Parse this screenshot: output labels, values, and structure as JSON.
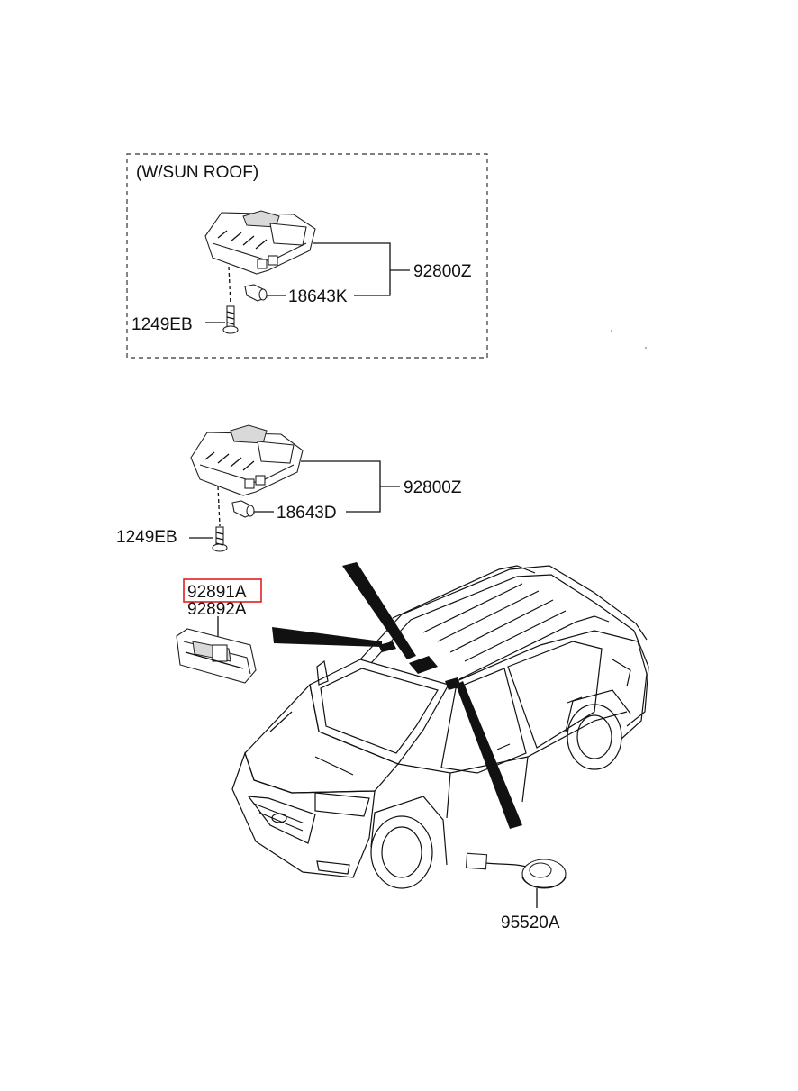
{
  "sunroof_box": {
    "heading": "(W/SUN ROOF)",
    "labels": {
      "lamp_assy": "92800Z",
      "bulb": "18643K",
      "screw": "1249EB"
    }
  },
  "standard": {
    "labels": {
      "lamp_assy": "92800Z",
      "bulb": "18643D",
      "screw": "1249EB"
    }
  },
  "room_lamp": {
    "highlighted_label": "92891A",
    "label": "92892A"
  },
  "horn_part": {
    "label": "95520A"
  },
  "colors": {
    "highlight": "#e02020",
    "line": "#111111"
  }
}
